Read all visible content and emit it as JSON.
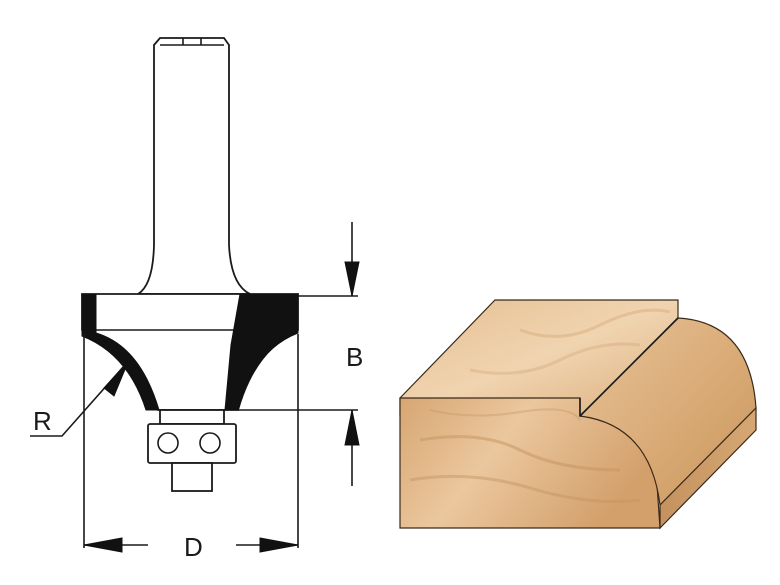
{
  "labels": {
    "radius": "R",
    "height": "B",
    "diameter": "D"
  },
  "colors": {
    "line": "#1a1a1a",
    "blade": "#111111",
    "wood_light": "#ecc9a0",
    "wood_mid": "#d9aa78",
    "wood_dark": "#b98556",
    "wood_side": "#c99a68"
  }
}
